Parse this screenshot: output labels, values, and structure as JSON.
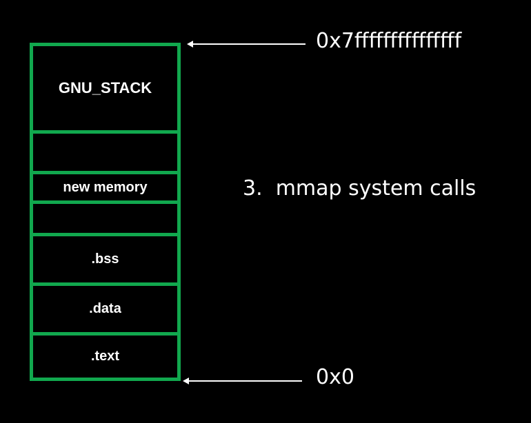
{
  "diagram": {
    "title": "Process memory layout",
    "colors": {
      "border": "#11a84e",
      "text": "#ffffff",
      "background": "#000000"
    },
    "segments": [
      {
        "label": "GNU_STACK"
      },
      {
        "label": ""
      },
      {
        "label": "new memory"
      },
      {
        "label": ""
      },
      {
        "label": ".bss"
      },
      {
        "label": ".data"
      },
      {
        "label": ".text"
      }
    ],
    "top_address": "0x7fffffffffffffff",
    "bottom_address": "0x0",
    "annotation": "3.  mmap system calls"
  }
}
